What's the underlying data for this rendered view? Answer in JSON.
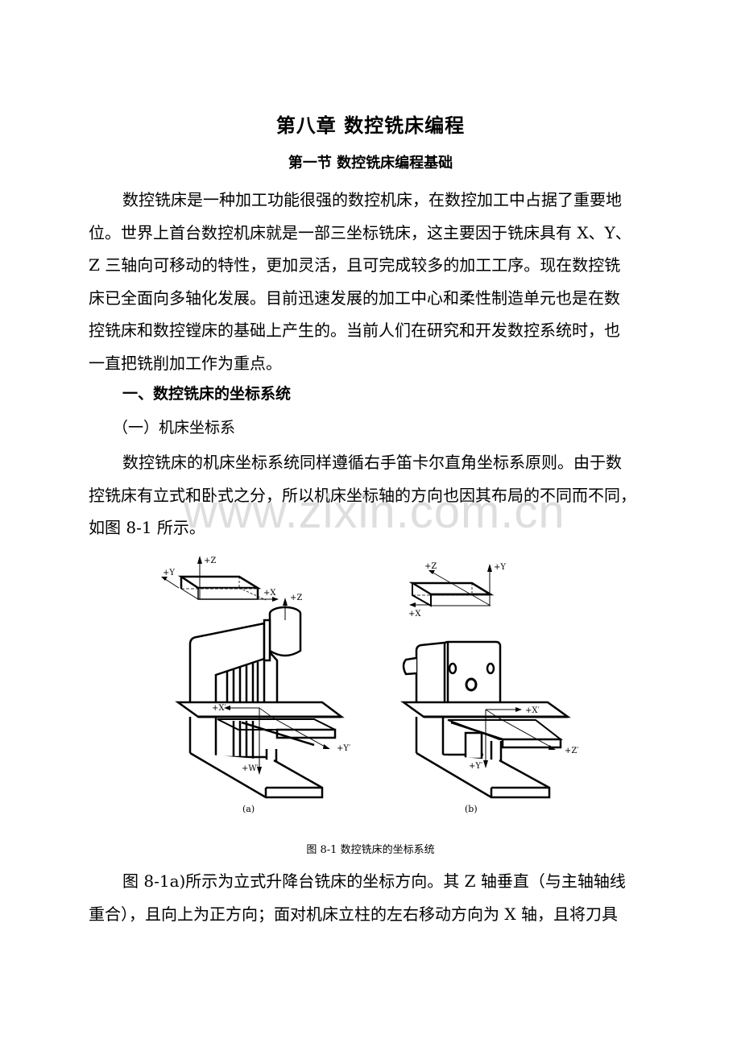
{
  "document": {
    "chapter_title": "第八章  数控铣床编程",
    "section_title": "第一节  数控铣床编程基础",
    "paragraph1": {
      "lines": [
        "数控铣床是一种加工功能很强的数控机床，在数控加工中占据了重要地",
        "位。世界上首台数控机床就是一部三坐标铣床，这主要因于铣床具有 X、Y、",
        "Z 三轴向可移动的特性，更加灵活，且可完成较多的加工工序。现在数控铣",
        "床已全面向多轴化发展。目前迅速发展的加工中心和柔性制造单元也是在数",
        "控铣床和数控镗床的基础上产生的。当前人们在研究和开发数控系统时，也",
        "一直把铣削加工作为重点。"
      ]
    },
    "heading_level1": "一、数控铣床的坐标系统",
    "heading_level2": "（一）机床坐标系",
    "paragraph2": {
      "lines": [
        "数控铣床的机床坐标系统同样遵循右手笛卡尔直角坐标系原则。由于数",
        "控铣床有立式和卧式之分，所以机床坐标轴的方向也因其布局的不同而不同，",
        "如图 8-1 所示。"
      ]
    },
    "figure": {
      "caption": "图 8-1    数控铣床的坐标系统",
      "left": {
        "sublabel": "(a)",
        "axis_labels": {
          "z": "+Z",
          "y": "+Y",
          "x": "+X",
          "spindle_z": "+Z",
          "x_prime": "+X′",
          "y_prime": "+Y′",
          "w_prime": "+W′"
        }
      },
      "right": {
        "sublabel": "(b)",
        "axis_labels": {
          "z": "+Z",
          "y": "+Y",
          "x": "+X",
          "x_prime": "+X′",
          "z_prime": "+Z′",
          "y_prime": "+Y′"
        }
      }
    },
    "paragraph3": {
      "lines": [
        "图 8-1a)所示为立式升降台铣床的坐标方向。其 Z 轴垂直（与主轴轴线",
        "重合），且向上为正方向；面对机床立柱的左右移动方向为 X 轴，且将刀具"
      ]
    },
    "watermark": "www.zixin.com.cn"
  }
}
